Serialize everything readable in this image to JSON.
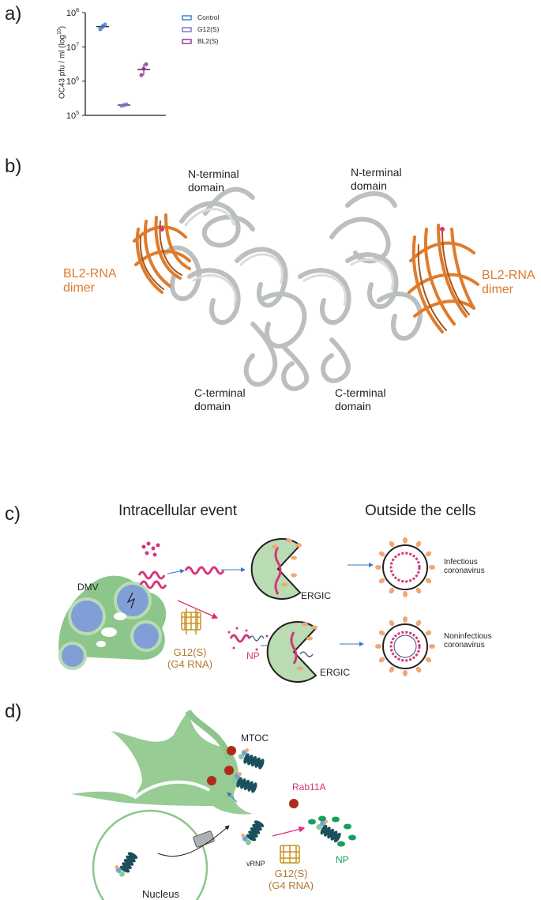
{
  "panels": {
    "a": "a)",
    "b": "b)",
    "c": "c)",
    "d": "d)"
  },
  "chart_data": {
    "type": "scatter",
    "title": "",
    "ylabel": "OC43 pfu / ml (log10)",
    "yscale": "log",
    "ylim": [
      100000,
      100000000
    ],
    "yticks": [
      {
        "base": "10",
        "exp": "5",
        "value": 100000
      },
      {
        "base": "10",
        "exp": "6",
        "value": 1000000
      },
      {
        "base": "10",
        "exp": "7",
        "value": 10000000
      },
      {
        "base": "10",
        "exp": "8",
        "value": 100000000
      }
    ],
    "categories": [
      "Control",
      "G12(S)",
      "BL2(S)"
    ],
    "legend_position": "top-right",
    "series": [
      {
        "name": "Control",
        "color": "#3a78c4",
        "values": [
          33000000,
          40000000,
          45000000
        ]
      },
      {
        "name": "G12(S)",
        "color": "#7b6bc8",
        "values": [
          190000,
          200000,
          210000
        ]
      },
      {
        "name": "BL2(S)",
        "color": "#8e2d8e",
        "values": [
          1500000,
          2300000,
          3100000
        ]
      }
    ]
  },
  "b": {
    "nterm_left": [
      "N-terminal",
      "domain"
    ],
    "nterm_right": [
      "N-terminal",
      "domain"
    ],
    "cterm_left": [
      "C-terminal",
      "domain"
    ],
    "cterm_right": [
      "C-terminal",
      "domain"
    ],
    "bl2_left": [
      "BL2-RNA",
      "dimer"
    ],
    "bl2_right": [
      "BL2-RNA",
      "dimer"
    ]
  },
  "c": {
    "intracellular": "Intracellular event",
    "outside": "Outside the cells",
    "dmv": "DMV",
    "ergic_top": "ERGIC",
    "ergic_bottom": "ERGIC",
    "infectious": [
      "Infectious",
      "coronavirus"
    ],
    "noninfectious": [
      "Noninfectious",
      "coronavirus"
    ],
    "g12": [
      "G12(S)",
      "(G4 RNA)"
    ],
    "np": "NP"
  },
  "d": {
    "mtoc": "MTOC",
    "rab11a": "Rab11A",
    "vrnp": "vRNP",
    "np": "NP",
    "g12": [
      "G12(S)",
      "(G4 RNA)"
    ],
    "nucleus": "Nucleus"
  },
  "colors": {
    "green_fill": "#8cc68a",
    "green_light": "#b9dcb3",
    "pink": "#d7357a",
    "peach": "#f0a878",
    "gold": "#c8941e",
    "orange_text": "#e07b2c",
    "blue_arrow": "#3a78c4",
    "magenta_arrow": "#e0287c",
    "dmv_blue": "#7f9fd6",
    "rab_red": "#b02a1c",
    "np_green": "#16a05a"
  }
}
